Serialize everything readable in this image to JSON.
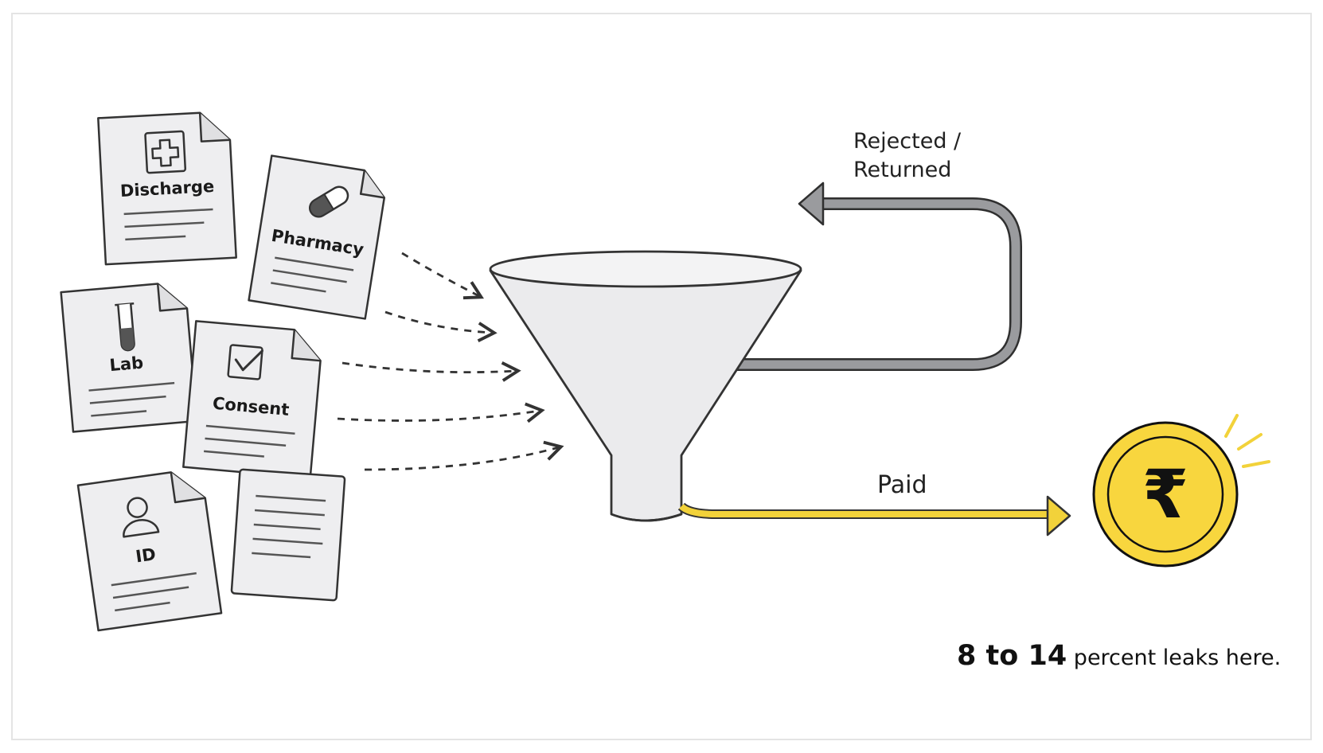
{
  "documents": [
    {
      "name": "discharge",
      "label": "Discharge",
      "icon": "medical-cross-icon"
    },
    {
      "name": "pharmacy",
      "label": "Pharmacy",
      "icon": "pill-icon"
    },
    {
      "name": "lab",
      "label": "Lab",
      "icon": "test-tube-icon"
    },
    {
      "name": "consent",
      "label": "Consent",
      "icon": "checkbox-icon"
    },
    {
      "name": "id",
      "label": "ID",
      "icon": "person-icon"
    },
    {
      "name": "blank",
      "label": "",
      "icon": ""
    }
  ],
  "flows": {
    "rejected_line1": "Rejected /",
    "rejected_line2": "Returned",
    "paid": "Paid"
  },
  "coin": {
    "symbol": "₹",
    "icon": "rupee-coin-icon"
  },
  "stat": {
    "strong": "8 to 14",
    "rest": " percent leaks here."
  },
  "colors": {
    "paid": "#f2d23a",
    "coin": "#f8d63e",
    "rejected": "#9a9b9e",
    "document_fill": "#eeeef0",
    "funnel_fill": "#ebebed"
  }
}
